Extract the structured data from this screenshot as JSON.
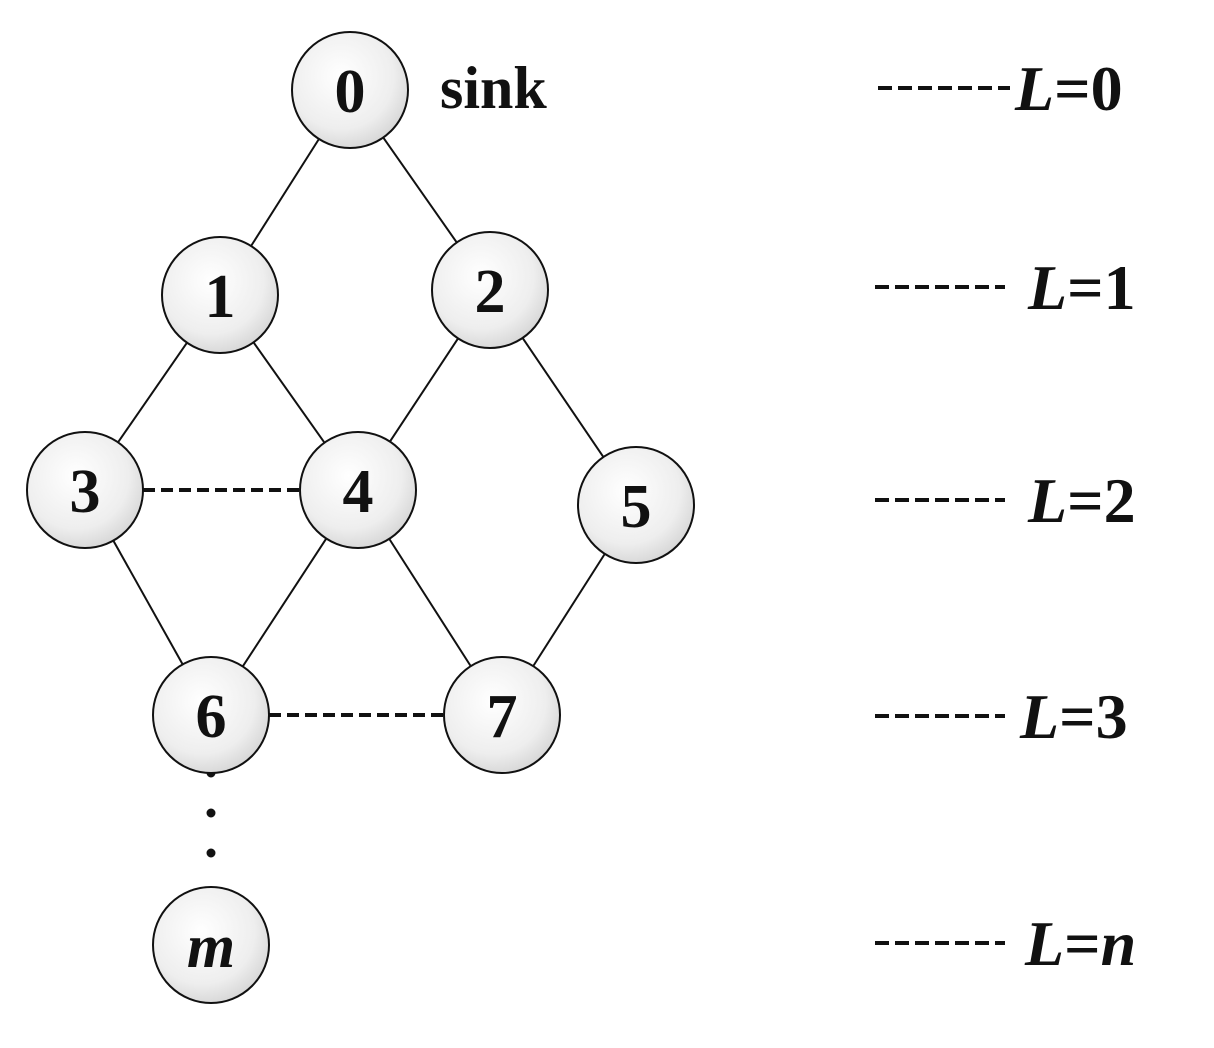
{
  "diagram": {
    "sink_label": "sink",
    "nodes": [
      {
        "id": "0",
        "label": "0",
        "italic": false
      },
      {
        "id": "1",
        "label": "1",
        "italic": false
      },
      {
        "id": "2",
        "label": "2",
        "italic": false
      },
      {
        "id": "3",
        "label": "3",
        "italic": false
      },
      {
        "id": "4",
        "label": "4",
        "italic": false
      },
      {
        "id": "5",
        "label": "5",
        "italic": false
      },
      {
        "id": "6",
        "label": "6",
        "italic": false
      },
      {
        "id": "7",
        "label": "7",
        "italic": false
      },
      {
        "id": "m",
        "label": "m",
        "italic": true
      }
    ],
    "edges": [
      {
        "from": "0",
        "to": "1",
        "style": "solid"
      },
      {
        "from": "0",
        "to": "2",
        "style": "solid"
      },
      {
        "from": "1",
        "to": "3",
        "style": "solid"
      },
      {
        "from": "1",
        "to": "4",
        "style": "solid"
      },
      {
        "from": "2",
        "to": "4",
        "style": "solid"
      },
      {
        "from": "2",
        "to": "5",
        "style": "solid"
      },
      {
        "from": "3",
        "to": "6",
        "style": "solid"
      },
      {
        "from": "4",
        "to": "6",
        "style": "solid"
      },
      {
        "from": "4",
        "to": "7",
        "style": "solid"
      },
      {
        "from": "5",
        "to": "7",
        "style": "solid"
      },
      {
        "from": "3",
        "to": "4",
        "style": "dashed"
      },
      {
        "from": "6",
        "to": "7",
        "style": "dashed"
      },
      {
        "from": "6",
        "to": "m",
        "style": "dotted"
      }
    ],
    "levels": [
      {
        "var": "L",
        "eq": "=",
        "value": "0",
        "value_italic": false
      },
      {
        "var": "L",
        "eq": "=",
        "value": "1",
        "value_italic": false
      },
      {
        "var": "L",
        "eq": "=",
        "value": "2",
        "value_italic": false
      },
      {
        "var": "L",
        "eq": "=",
        "value": "3",
        "value_italic": false
      },
      {
        "var": "L",
        "eq": "=",
        "value": "n",
        "value_italic": true
      }
    ]
  }
}
